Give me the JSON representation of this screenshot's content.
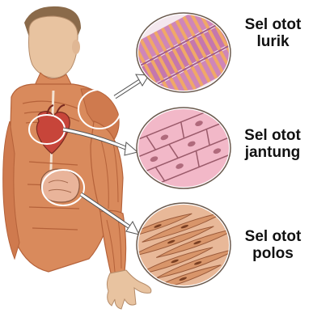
{
  "labels": {
    "skeletal": {
      "line1": "Sel otot",
      "line2": "lurik"
    },
    "cardiac": {
      "line1": "Sel otot",
      "line2": "jantung"
    },
    "smooth": {
      "line1": "Sel otot",
      "line2": "polos"
    }
  },
  "colors": {
    "background": "#ffffff",
    "muscle": "#d98a5c",
    "muscle_dark": "#b5623a",
    "skin": "#e8c3a0",
    "hair": "#8a6a4a",
    "skeletal_fill": "#cf86b8",
    "skeletal_stripe": "#f0a868",
    "cardiac_fill": "#f2b8c8",
    "smooth_fill": "#d8956a",
    "outline": "#6b5a4e",
    "arrow": "#ffffff"
  }
}
